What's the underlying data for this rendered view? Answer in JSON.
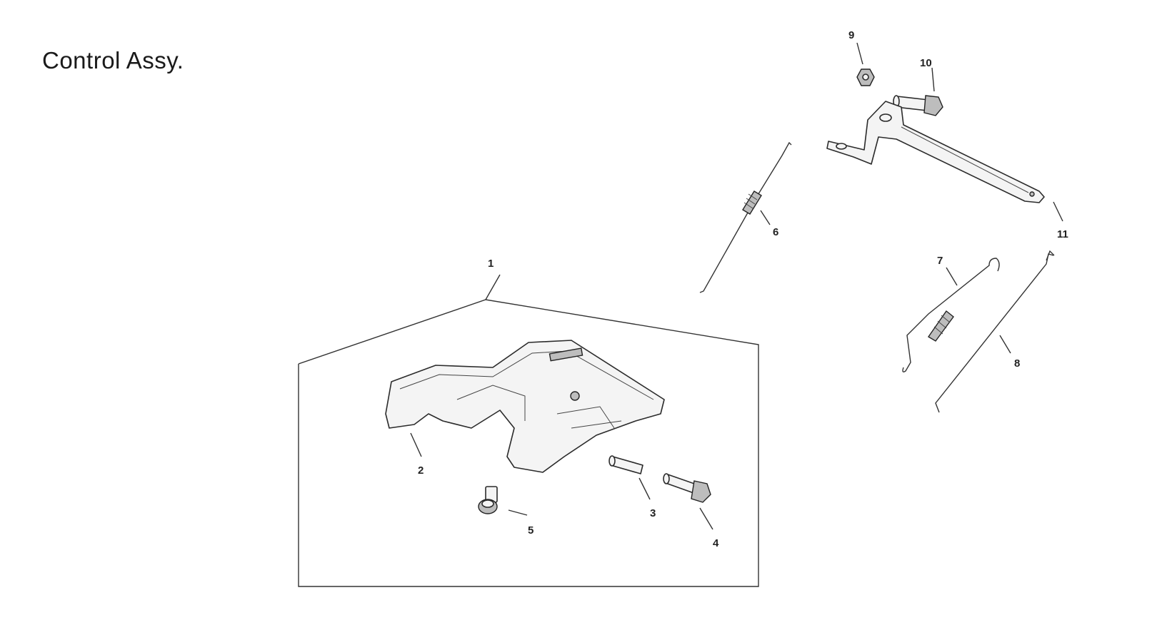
{
  "title": "Control Assy.",
  "callouts": [
    {
      "id": "1",
      "label": "1"
    },
    {
      "id": "2",
      "label": "2"
    },
    {
      "id": "3",
      "label": "3"
    },
    {
      "id": "4",
      "label": "4"
    },
    {
      "id": "5",
      "label": "5"
    },
    {
      "id": "6",
      "label": "6"
    },
    {
      "id": "7",
      "label": "7"
    },
    {
      "id": "8",
      "label": "8"
    },
    {
      "id": "9",
      "label": "9"
    },
    {
      "id": "10",
      "label": "10"
    },
    {
      "id": "11",
      "label": "11"
    }
  ]
}
